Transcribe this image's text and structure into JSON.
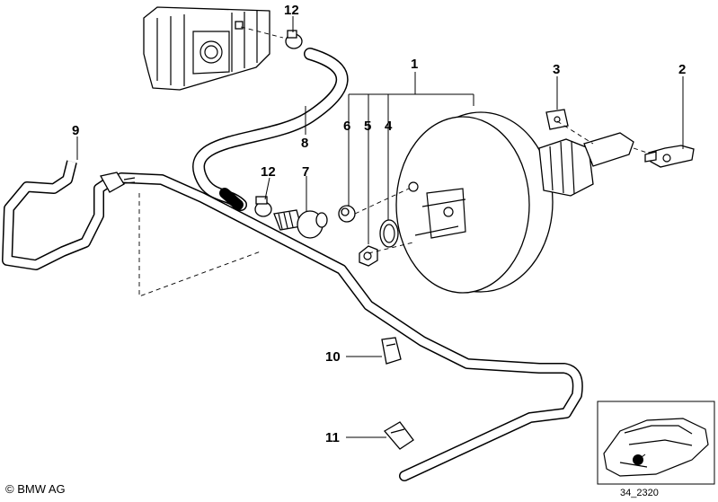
{
  "callouts": {
    "p1": "1",
    "p2": "2",
    "p3": "3",
    "p4": "4",
    "p5": "5",
    "p6": "6",
    "p7": "7",
    "p8": "8",
    "p9": "9",
    "p10": "10",
    "p11": "11",
    "p12a": "12",
    "p12b": "12"
  },
  "footer": {
    "copyright": "© BMW AG",
    "drawing_number": "34_2320"
  }
}
